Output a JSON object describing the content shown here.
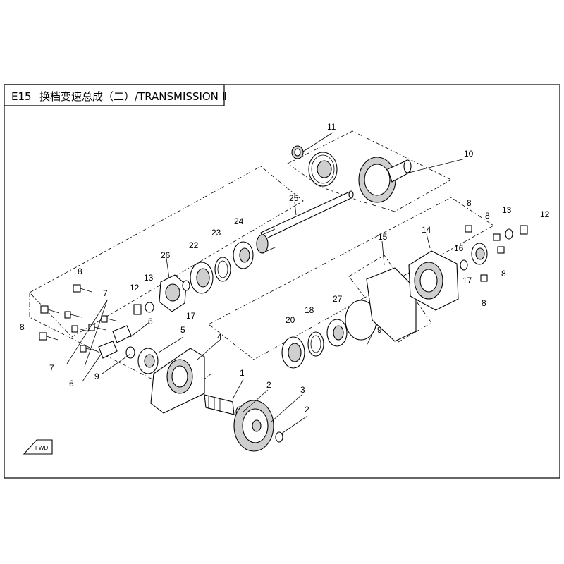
{
  "diagram": {
    "title_code": "E15",
    "title_text": "换档变速总成（二）/TRANSMISSION Ⅱ",
    "fwd_label": "FWD",
    "callouts": {
      "c1": "1",
      "c2a": "2",
      "c2b": "2",
      "c3": "3",
      "c4": "4",
      "c5": "5",
      "c6a": "6",
      "c6b": "6",
      "c7a": "7",
      "c7b": "7",
      "c8a": "8",
      "c8b": "8",
      "c8c": "8",
      "c8d": "8",
      "c8e": "8",
      "c8f": "8",
      "c9a": "9",
      "c9b": "9",
      "c10": "10",
      "c11": "11",
      "c12a": "12",
      "c12b": "12",
      "c13a": "13",
      "c13b": "13",
      "c14": "14",
      "c15": "15",
      "c16": "16",
      "c17a": "17",
      "c17b": "17",
      "c18": "18",
      "c20": "20",
      "c22": "22",
      "c23": "23",
      "c24": "24",
      "c25": "25",
      "c26": "26",
      "c27": "27"
    }
  }
}
